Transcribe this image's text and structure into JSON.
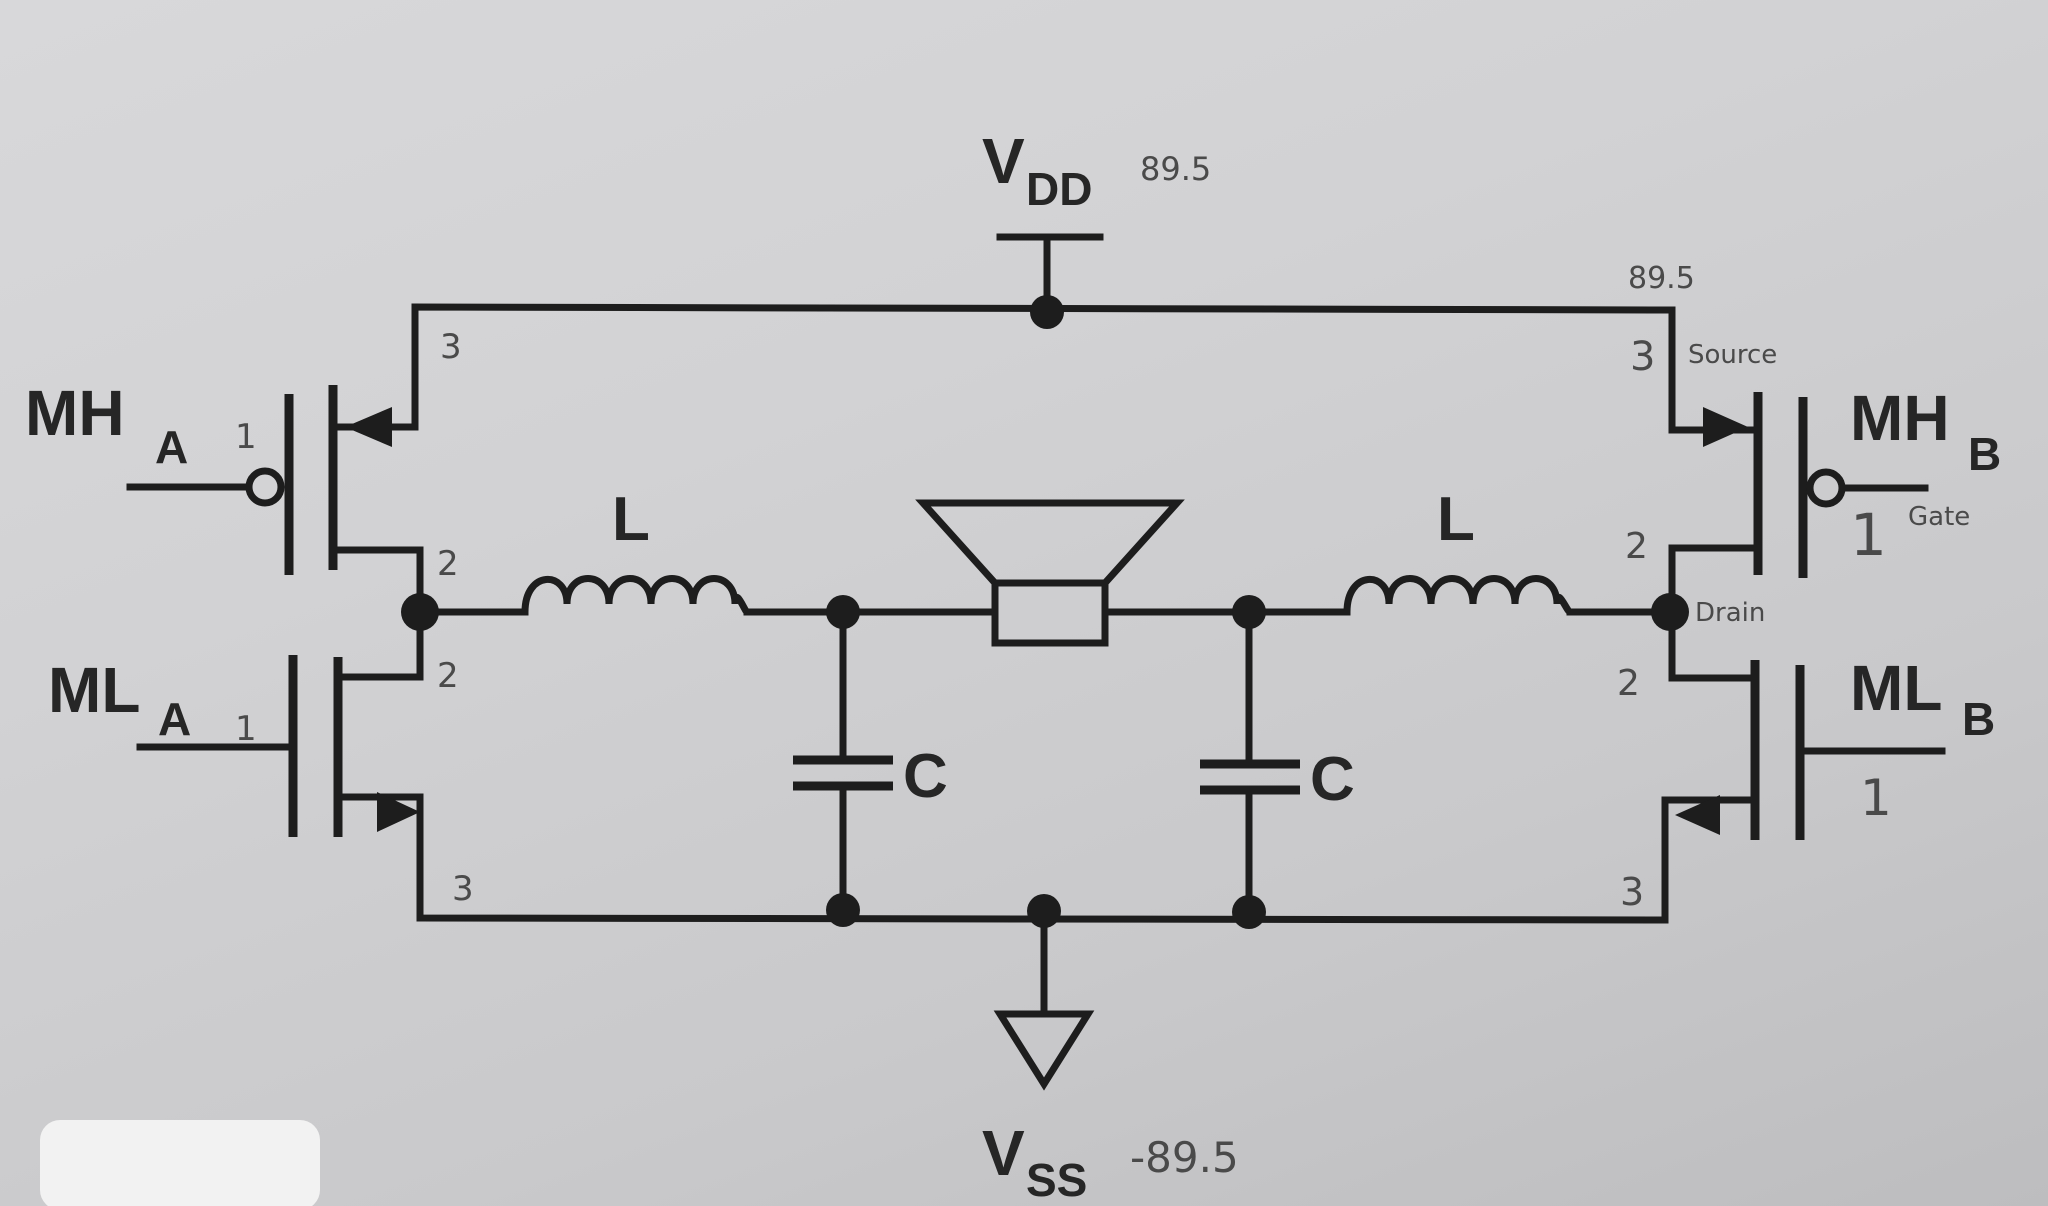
{
  "supply": {
    "vdd_label": "V",
    "vdd_sub": "DD",
    "vdd_value": "89.5",
    "vss_label": "V",
    "vss_sub": "SS",
    "vss_value": "-89.5"
  },
  "transistors": {
    "mha": {
      "name": "MH",
      "sub": "A",
      "gate_pin": "1",
      "drain_pin": "2",
      "source_pin": "3"
    },
    "mla": {
      "name": "ML",
      "sub": "A",
      "gate_pin": "1",
      "drain_pin": "2",
      "source_pin": "3"
    },
    "mhb": {
      "name": "MH",
      "sub": "B",
      "gate_pin": "1",
      "drain_pin": "2",
      "source_pin": "3",
      "source_value": "89.5",
      "source_note": "Source",
      "gate_note": "Gate",
      "drain_note": "Drain"
    },
    "mlb": {
      "name": "ML",
      "sub": "B",
      "gate_pin": "1",
      "drain_pin": "2",
      "source_pin": "3"
    }
  },
  "components": {
    "inductor_left": "L",
    "inductor_right": "L",
    "capacitor_left": "C",
    "capacitor_right": "C"
  },
  "colors": {
    "paper": "#d2d2d4",
    "ink": "#1d1d1d",
    "pencil": "#4a4a4a"
  }
}
